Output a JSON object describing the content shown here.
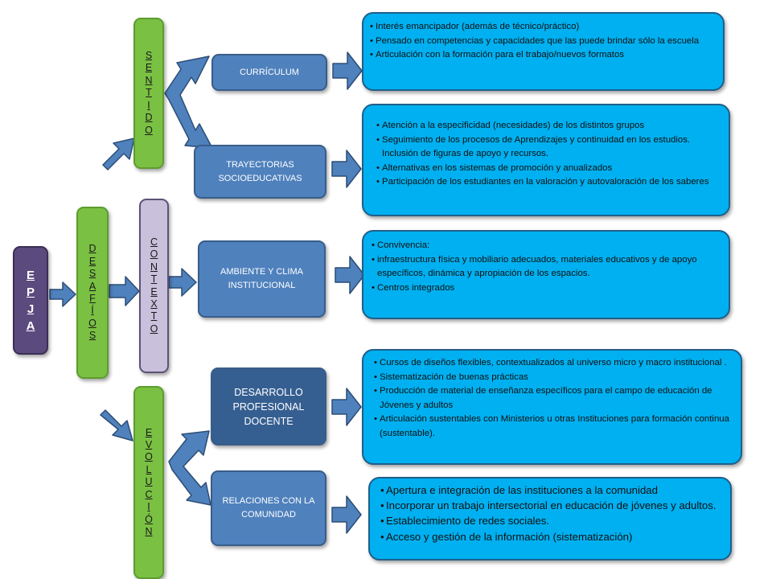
{
  "root": {
    "letters": [
      "E",
      "P",
      "J",
      "A"
    ]
  },
  "desafios": {
    "letters": [
      "D",
      "E",
      "S",
      "A",
      "F",
      "Í",
      "O",
      "S"
    ]
  },
  "sentido": {
    "letters": [
      "S",
      "E",
      "N",
      "T",
      "I",
      "D",
      "O"
    ]
  },
  "contexto": {
    "letters": [
      "C",
      "O",
      "N",
      "T",
      "E",
      "X",
      "T",
      "O"
    ]
  },
  "evolucion": {
    "letters": [
      "E",
      "V",
      "O",
      "L",
      "U",
      "C",
      "I",
      "Ó",
      "N"
    ]
  },
  "categories": {
    "curriculum": "CURRÍCULUM",
    "trayectorias": "TRAYECTORIAS SOCIOEDUCATIVAS",
    "ambiente": "AMBIENTE Y CLIMA INSTITUCIONAL",
    "desarrollo": "DESARROLLO PROFESIONAL DOCENTE",
    "relaciones": "RELACIONES CON LA COMUNIDAD"
  },
  "details": {
    "curriculum": [
      "Interés emancipador (además de técnico/práctico)",
      "Pensado en competencias y capacidades  que las puede brindar sólo la escuela",
      "Articulación con la formación para el trabajo/nuevos formatos"
    ],
    "trayectorias": [
      "Atención a la especificidad (necesidades) de  los distintos grupos",
      "Seguimiento de los procesos de Aprendizajes y continuidad en los estudios. Inclusión de figuras de apoyo y  recursos.",
      "Alternativas en los sistemas de promoción y anualizados",
      " Participación de los estudiantes en la valoración y autovaloración de los saberes"
    ],
    "ambiente": [
      "Convivencia:",
      " infraestructura  física y mobiliario adecuados, materiales educativos y de apoyo específicos, dinámica  y apropiación de los espacios.",
      "Centros integrados"
    ],
    "desarrollo": [
      "Cursos   de diseños flexibles, contextualizados al universo micro y macro institucional .",
      "Sistematización de buenas prácticas",
      "Producción de material de enseñanza específicos para el campo de educación de Jóvenes y adultos",
      "Articulación  sustentables con Ministerios u otras Instituciones para formación continua  (sustentable)."
    ],
    "relaciones": [
      "Apertura e integración de las instituciones a la comunidad",
      "Incorporar un trabajo intersectorial en educación de jóvenes y adultos.",
      "Establecimiento de redes sociales.",
      " Acceso y gestión de la información (sistematización)"
    ]
  },
  "colors": {
    "arrow": "#4f81bd",
    "arrow_border": "#2c4d75",
    "green": "#7ac143",
    "lavender": "#c9c0dc",
    "purple": "#5b4a7e",
    "blue": "#4f81bd",
    "cyan": "#00b0f0"
  }
}
